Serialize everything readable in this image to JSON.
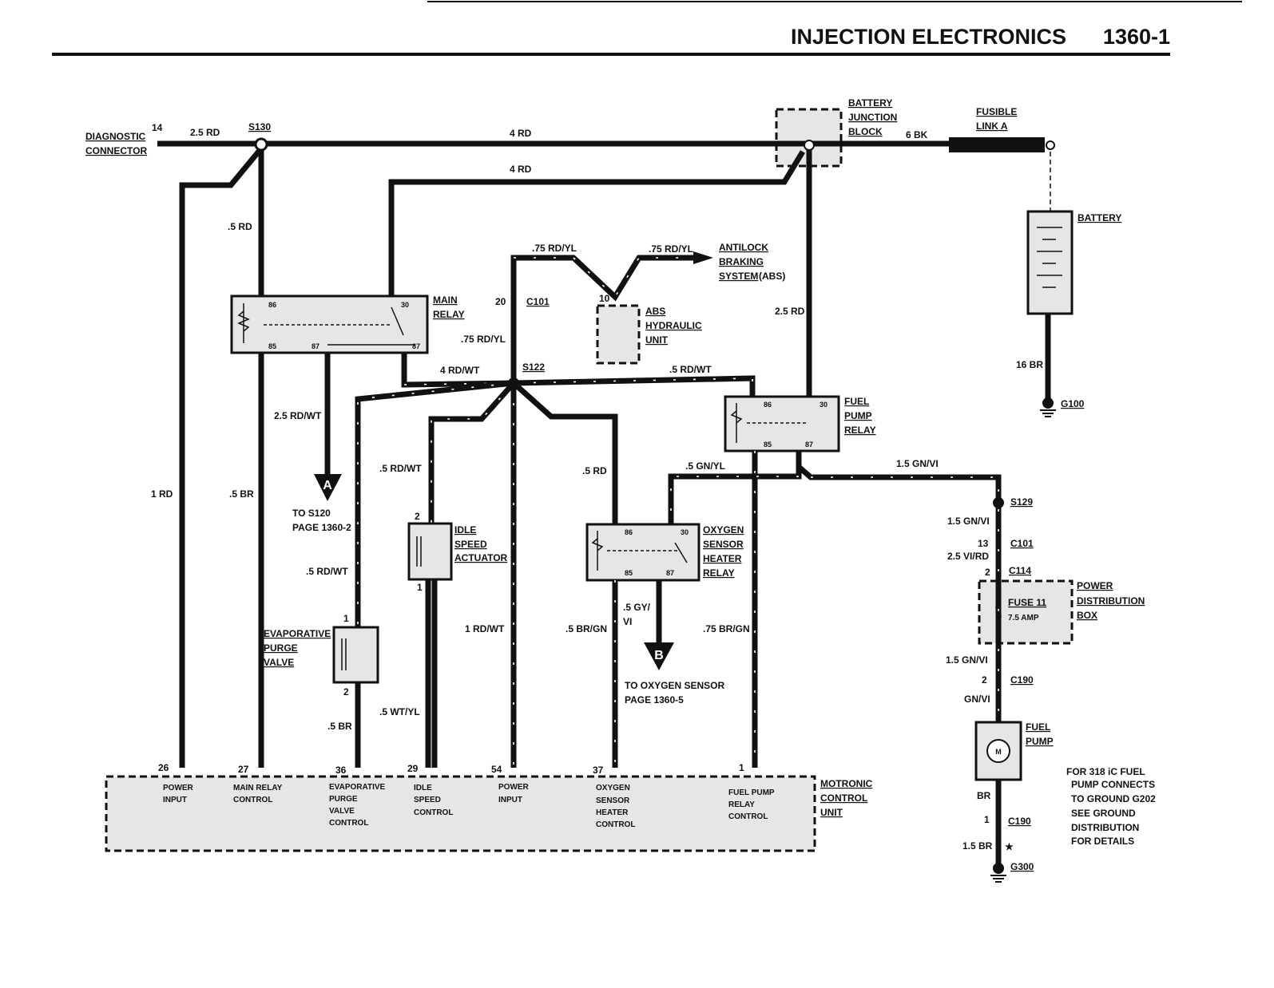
{
  "header": {
    "title": "INJECTION ELECTRONICS",
    "page": "1360-1"
  },
  "labels": {
    "diag_connector_1": "DIAGNOSTIC",
    "diag_connector_2": "CONNECTOR",
    "pin14": "14",
    "w_25rd": "2.5 RD",
    "s130": "S130",
    "w_4rd_top": "4 RD",
    "w_4rd_2": "4 RD",
    "bjb_1": "BATTERY",
    "bjb_2": "JUNCTION",
    "bjb_3": "BLOCK",
    "w_6bk": "6 BK",
    "fl_1": "FUSIBLE",
    "fl_2": "LINK A",
    "battery": "BATTERY",
    "w_16br": "16 BR",
    "g100": "G100",
    "w_05rd_a": ".5 RD",
    "w_075rdyl_a": ".75 RD/YL",
    "w_075rdyl_b": ".75 RD/YL",
    "abs_1": "ANTILOCK",
    "abs_2": "BRAKING",
    "abs_3": "SYSTEM",
    "abs_4": "(ABS)",
    "pin10": "10",
    "absh_1": "ABS",
    "absh_2": "HYDRAULIC",
    "absh_3": "UNIT",
    "pin20": "20",
    "c101_a": "C101",
    "w_075rdyl_c": ".75 RD/YL",
    "w_25rd_b": "2.5 RD",
    "mr_1": "MAIN",
    "mr_2": "RELAY",
    "t86": "86",
    "t30": "30",
    "t85": "85",
    "t87a": "87",
    "t87b": "87",
    "w_4rdwt": "4 RD/WT",
    "s122": "S122",
    "w_05rdwt_a": ".5 RD/WT",
    "w_25rdwt": "2.5 RD/WT",
    "to_s120_1": "TO S120",
    "to_s120_2": "PAGE 1360-2",
    "conn_a": "A",
    "w_1rd": "1 RD",
    "w_05br": ".5 BR",
    "w_05rdwt_b": ".5 RD/WT",
    "w_05rdwt_c": ".5 RD/WT",
    "w_05rd_b": ".5 RD",
    "fpr_1": "FUEL",
    "fpr_2": "PUMP",
    "fpr_3": "RELAY",
    "f86": "86",
    "f30": "30",
    "f85": "85",
    "f87": "87",
    "w_05gnyl": ".5 GN/YL",
    "w_15gnvi_a": "1.5 GN/VI",
    "isa_1": "IDLE",
    "isa_2": "SPEED",
    "isa_3": "ACTUATOR",
    "isa_pin2": "2",
    "isa_pin1": "1",
    "osr_1": "OXYGEN",
    "osr_2": "SENSOR",
    "osr_3": "HEATER",
    "osr_4": "RELAY",
    "o86": "86",
    "o30": "30",
    "o85": "85",
    "o87": "87",
    "epv_1": "EVAPORATIVE",
    "epv_2": "PURGE",
    "epv_3": "VALVE",
    "epv_pin1": "1",
    "epv_pin2": "2",
    "w_05br_b": ".5 BR",
    "w_05wtyl": ".5 WT/YL",
    "w_1rdwt": "1 RD/WT",
    "w_05brgn": ".5 BR/GN",
    "w_05gy_1": ".5 GY/",
    "w_05gy_2": "VI",
    "w_075brgn": ".75 BR/GN",
    "conn_b": "B",
    "to_o2_1": "TO OXYGEN SENSOR",
    "to_o2_2": "PAGE 1360-5",
    "s129": "S129",
    "w_15gnvi_b": "1.5 GN/VI",
    "pin13": "13",
    "c101_b": "C101",
    "w_25vird": "2.5 VI/RD",
    "pin2_c114": "2",
    "c114": "C114",
    "pdb_1": "POWER",
    "pdb_2": "DISTRIBUTION",
    "pdb_3": "BOX",
    "fuse11": "FUSE 11",
    "fuse_amp": "7.5 AMP",
    "w_15gnvi_c": "1.5 GN/VI",
    "pin2_c190": "2",
    "c190_a": "C190",
    "w_gnvi": "GN/VI",
    "fp_1": "FUEL",
    "fp_2": "PUMP",
    "motor": "M",
    "w_br": "BR",
    "pin1_c190": "1",
    "c190_b": "C190",
    "w_15br": "1.5 BR",
    "star": "★",
    "g300": "G300",
    "note_1": "FOR 318 iC FUEL",
    "note_2": "PUMP CONNECTS",
    "note_3": "TO GROUND G202",
    "note_4": "SEE GROUND",
    "note_5": "DISTRIBUTION",
    "note_6": "FOR DETAILS",
    "p26": "26",
    "p27": "27",
    "p36": "36",
    "p29": "29",
    "p54": "54",
    "p37": "37",
    "p1": "1",
    "mcu_1": "MOTRONIC",
    "mcu_2": "CONTROL",
    "mcu_3": "UNIT"
  },
  "ecu_pins": [
    {
      "lines": [
        "POWER",
        "INPUT"
      ]
    },
    {
      "lines": [
        "MAIN RELAY",
        "CONTROL"
      ]
    },
    {
      "lines": [
        "EVAPORATIVE",
        "PURGE",
        "VALVE",
        "CONTROL"
      ]
    },
    {
      "lines": [
        "IDLE",
        "SPEED",
        "CONTROL"
      ]
    },
    {
      "lines": [
        "POWER",
        "INPUT"
      ]
    },
    {
      "lines": [
        "OXYGEN",
        "SENSOR",
        "HEATER",
        "CONTROL"
      ]
    },
    {
      "lines": [
        "FUEL PUMP",
        "RELAY",
        "CONTROL"
      ]
    }
  ]
}
